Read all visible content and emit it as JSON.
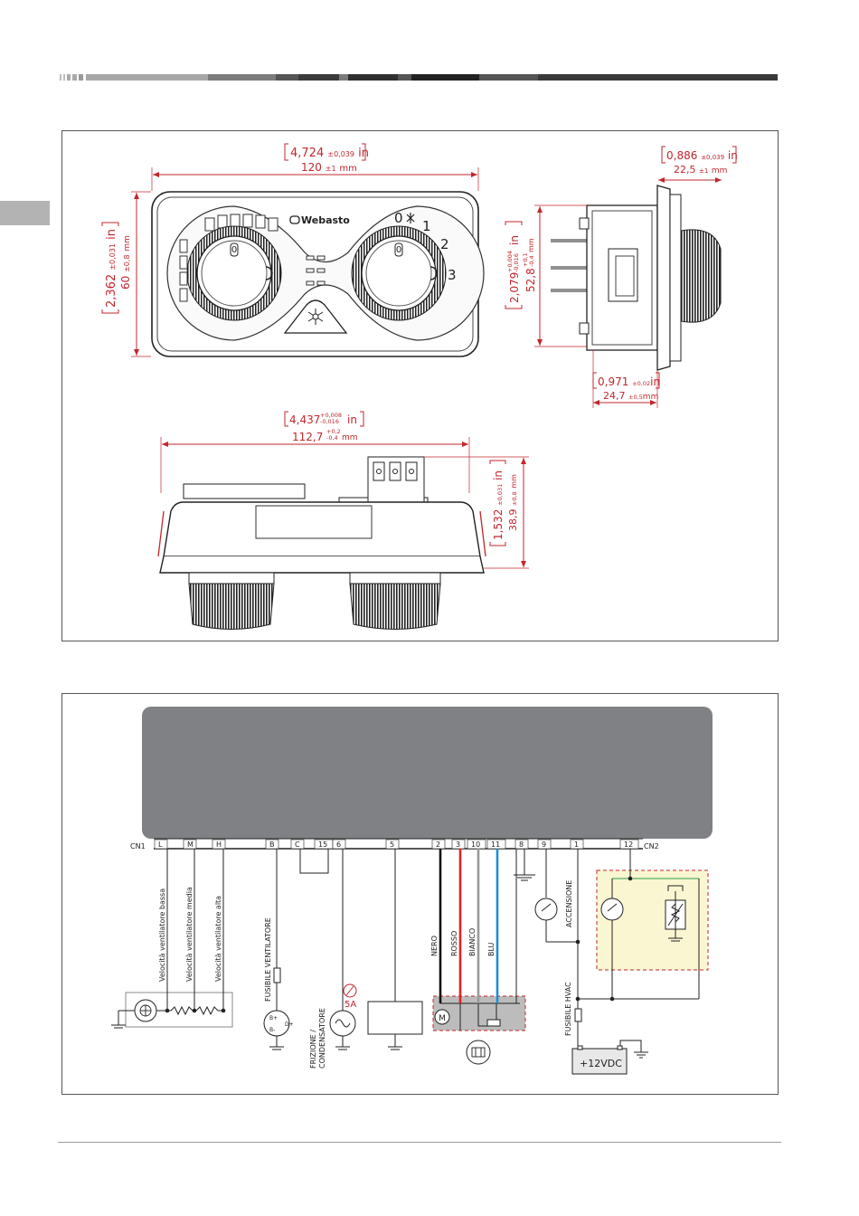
{
  "colors": {
    "dimension_red": "#c1272d",
    "module_grey": "#808184",
    "wire_red": "#e02424",
    "wire_blue": "#1b8fd6",
    "wire_black": "#111111",
    "highlight_fill": "#fbf6d2"
  },
  "dimensions": {
    "front_width_in": "4,724",
    "front_width_in_tol": "±0,039",
    "front_width_mm": "120",
    "front_width_mm_tol": "±1",
    "front_height_in": "2,362",
    "front_height_in_tol": "±0,031",
    "front_height_mm": "60",
    "front_height_mm_tol": "±0,8",
    "side_depth_in": "0,886",
    "side_depth_in_tol": "±0,039",
    "side_depth_mm": "22,5",
    "side_depth_mm_tol": "±1",
    "side_height_in": "2,079",
    "side_height_in_tol_top": "+0,004",
    "side_height_in_tol_bot": "-0,016",
    "side_height_mm": "52,8",
    "side_height_mm_tol_top": "+0,1",
    "side_height_mm_tol_bot": "-0,4",
    "side_body_in": "0,971",
    "side_body_in_tol": "±0,02",
    "side_body_mm": "24,7",
    "side_body_mm_tol": "±0,5",
    "top_width_in": "4,437",
    "top_width_in_tol_top": "+0,008",
    "top_width_in_tol_bot": "-0,016",
    "top_width_mm": "112,7",
    "top_width_mm_tol_top": "+0,2",
    "top_width_mm_tol_bot": "-0,4",
    "top_height_in": "1,532",
    "top_height_in_tol": "±0,031",
    "top_height_mm": "38,9",
    "top_height_mm_tol": "±0,8",
    "unit_in": "in",
    "unit_mm": "mm"
  },
  "panel": {
    "brand": "Webasto",
    "fan_marks": [
      "0",
      "1",
      "2",
      "3"
    ],
    "temp_mark": "0"
  },
  "wiring": {
    "cn1": "CN1",
    "cn2": "CN2",
    "pins": [
      "L",
      "M",
      "H",
      "B",
      "C",
      "15",
      "6",
      "5",
      "2",
      "3",
      "10",
      "11",
      "8",
      "9",
      "1",
      "12"
    ],
    "labels": {
      "speed_low": "Velocità ventilatore bassa",
      "speed_mid": "Velocità ventilatore media",
      "speed_high": "Velocità ventilatore alta",
      "fan_fuse": "FUSIBILE VENTILATORE",
      "clutch_1": "FRIZIONE /",
      "clutch_2": "CONDENSATORE",
      "fuse_5a": "5A",
      "nero": "NERO",
      "rosso": "ROSSO",
      "bianco": "BIANCO",
      "blu": "BLU",
      "ignition": "ACCENSIONE",
      "hvac_fuse": "FUSIBILE HVAC",
      "supply": "+12VDC",
      "motor": "M"
    }
  }
}
